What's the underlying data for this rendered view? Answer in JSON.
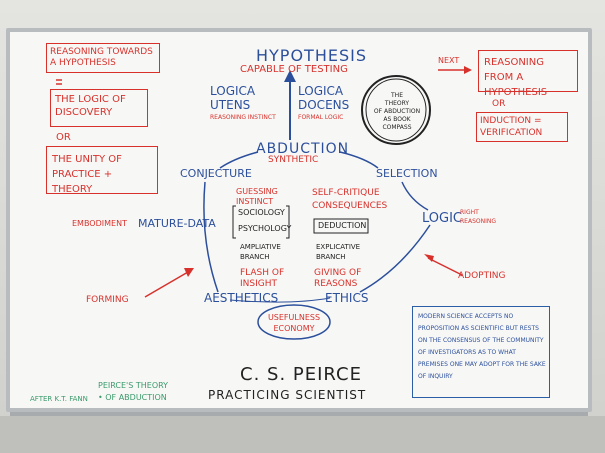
{
  "board": {
    "hypothesis": "HYPOTHESIS",
    "capable": "CAPABLE OF TESTING",
    "logica_utens": "LOGICA UTENS",
    "reasoning_instinct": "REASONING INSTINCT",
    "logica_docens": "LOGICA DOCENS",
    "formal_logic": "FORMAL LOGIC",
    "circle_note": [
      "THE",
      "THEORY",
      "OF ABDUCTION",
      "AS BOOK",
      "COMPASS"
    ],
    "abduction": "ABDUCTION",
    "synthetic": "SYNTHETIC",
    "conjecture": "CONJECTURE",
    "selection": "SELECTION",
    "guessing": "GUESSING INSTINCT",
    "sociology": "SOCIOLOGY",
    "psychology": "PSYCHOLOGY",
    "ampliative": "AMPLIATIVE BRANCH",
    "flash": "FLASH OF INSIGHT",
    "self_critique": "SELF-CRITIQUE CONSEQUENCES",
    "deduction": "DEDUCTION",
    "explicative": "EXPLICATIVE BRANCH",
    "giving": "GIVING OF REASONS",
    "embodiment": "EMBODIMENT",
    "mature_data": "MATURE-DATA",
    "logic": "LOGIC",
    "right_reasoning": "RIGHT REASONING",
    "aesthetics": "AESTHETICS",
    "ethics": "ETHICS",
    "usefulness": "USEFULNESS ECONOMY",
    "forming": "FORMING",
    "adopting": "ADOPTING",
    "left_box1": "REASONING TOWARDS A HYPOTHESIS",
    "left_box2": "THE LOGIC OF DISCOVERY",
    "left_or": "OR",
    "left_box3": "THE UNITY OF PRACTICE + THEORY",
    "next": "NEXT",
    "right_box1": "REASONING FROM A HYPOTHESIS",
    "right_or": "OR",
    "right_box2": "INDUCTION = VERIFICATION",
    "blue_box": "MODERN SCIENCE ACCEPTS NO PROPOSITION AS SCIENTIFIC BUT RESTS ON THE CONSENSUS OF THE COMMUNITY OF INVESTIGATORS AS TO WHAT PREMISES ONE MAY ADOPT FOR THE SAKE OF INQUIRY",
    "peirce": "C. S. PEIRCE",
    "practicing": "PRACTICING SCIENTIST",
    "peirces_theory": "PEIRCE'S THEORY",
    "after": "AFTER K.T. FANN",
    "of_abduction": "• OF ABDUCTION"
  }
}
